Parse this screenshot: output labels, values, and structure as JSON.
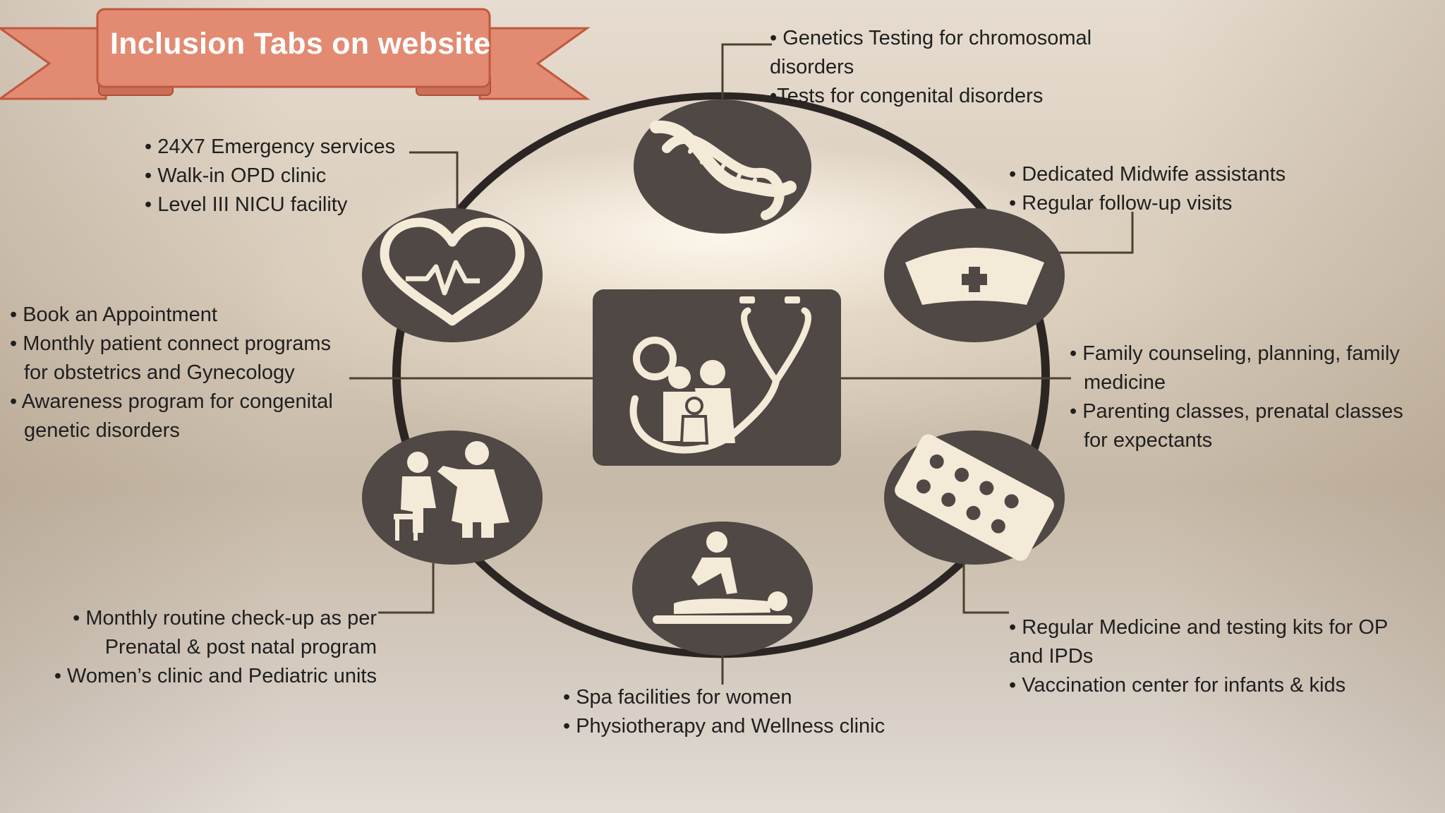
{
  "title": "Inclusion Tabs on website",
  "colors": {
    "ring": "#2b2623",
    "node_fill": "#4f4844",
    "icon": "#f3ead8",
    "banner_fill": "#e28b72",
    "banner_stroke": "#c0583e",
    "connector": "#4b4130"
  },
  "nodes": [
    {
      "icon": "dna-icon"
    },
    {
      "icon": "nurse-cap-icon"
    },
    {
      "icon": "pill-blister-icon"
    },
    {
      "icon": "massage-icon"
    },
    {
      "icon": "doctor-patient-icon"
    },
    {
      "icon": "heartbeat-icon"
    },
    {
      "icon": "family-stethoscope-icon"
    }
  ],
  "labels": {
    "genetics": {
      "line1": "• Genetics Testing for chromosomal",
      "line2": "disorders",
      "line3": "•Tests for congenital disorders"
    },
    "midwife": {
      "line1": "• Dedicated Midwife assistants",
      "line2": "• Regular follow-up visits"
    },
    "family": {
      "line1": "• Family counseling, planning,  family",
      "line2": "medicine",
      "line3": "•  Parenting classes, prenatal classes",
      "line4": "for expectants"
    },
    "medicine": {
      "line1": "• Regular Medicine and testing kits for OP",
      "line2": "and IPDs",
      "line3": "• Vaccination center for infants & kids"
    },
    "spa": {
      "line1": "• Spa facilities for women",
      "line2": "• Physiotherapy and Wellness clinic"
    },
    "checkup": {
      "line1": "• Monthly routine check-up as per",
      "line2": "Prenatal & post natal program",
      "line3": "• Women’s clinic and Pediatric units"
    },
    "appointment": {
      "line1": "•  Book an Appointment",
      "line2": "• Monthly patient connect programs",
      "line3": "for  obstetrics and Gynecology",
      "line4": "• Awareness program for congenital",
      "line5": "genetic disorders"
    },
    "emergency": {
      "line1": "• 24X7 Emergency services",
      "line2": "• Walk-in OPD clinic",
      "line3": "• Level III NICU facility"
    }
  }
}
